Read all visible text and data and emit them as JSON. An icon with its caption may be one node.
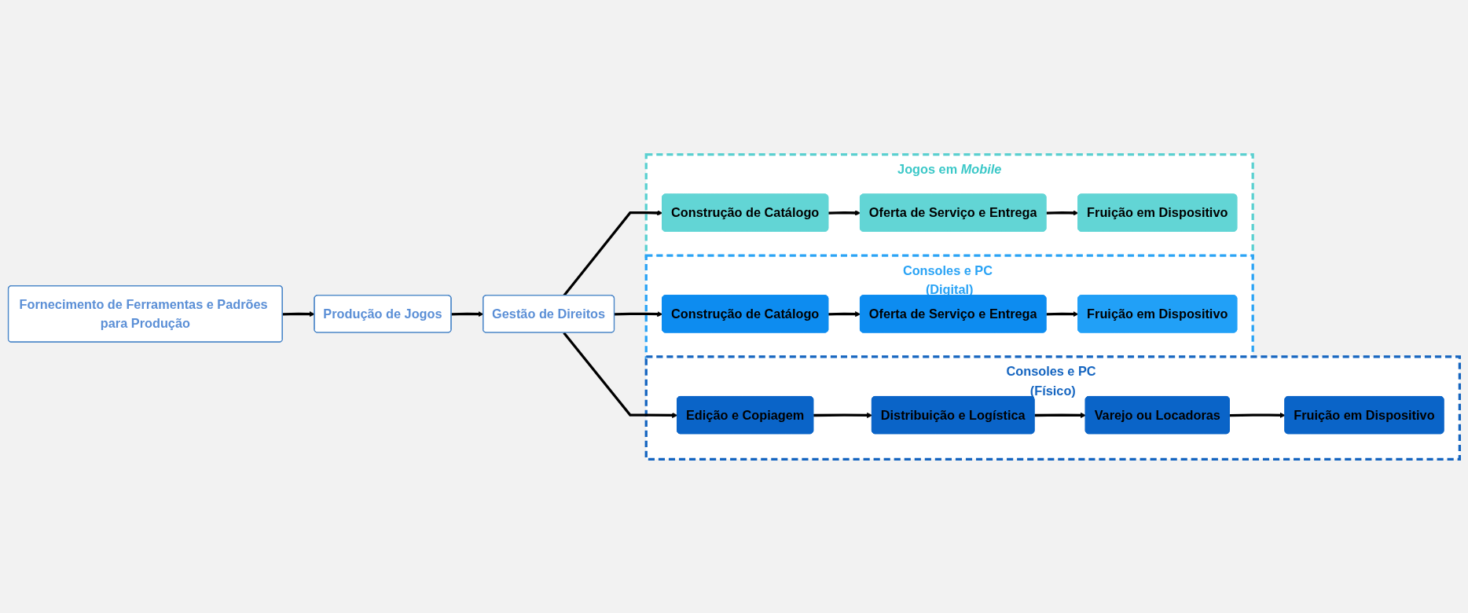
{
  "diagram": {
    "nodes": [
      {
        "text": [
          "Fornecimento de Ferramentas e Padrões para Produção"
        ]
      },
      {
        "text": [
          "Produção de Jogos"
        ]
      },
      {
        "text": [
          "Gestão de Direitos"
        ]
      },
      {
        "text": [
          "Consoles e PC (Físico)"
        ]
      },
      {
        "text": [
          "Edição e Copiagem"
        ],
        "in": 3
      },
      {
        "text": [
          "Distribuição e Logística"
        ],
        "in": 3
      },
      {
        "text": [
          "Varejo ou Locadoras"
        ],
        "in": 3
      },
      {
        "text": [
          "Fruição em Dispositivo"
        ],
        "in": 3
      },
      {
        "text": [
          "Consoles e PC (Digital)"
        ]
      },
      {
        "text": [
          "Construção de Catálogo"
        ],
        "in": 8
      },
      {
        "text": [
          "Oferta de Serviço e Entrega"
        ],
        "in": 8
      },
      {
        "text": [
          "Fruição em Dispositivo"
        ],
        "in": 8
      },
      {
        "text": [
          "Jogos em *Mobile*"
        ]
      },
      {
        "text": [
          "Construção de Catálogo"
        ],
        "in": 12
      },
      {
        "text": [
          "Oferta de Serviço e Entrega"
        ],
        "in": 12
      },
      {
        "text": [
          "Fruição em Dispositivo"
        ],
        "in": 12
      }
    ],
    "edges": [
      {
        "from": 0,
        "to": 1,
        "arrow": "to"
      },
      {
        "from": 1,
        "to": 2,
        "arrow": "to"
      },
      {
        "from": 2,
        "to": 4,
        "arrow": "to"
      },
      {
        "from": 2,
        "to": 9,
        "arrow": "to"
      },
      {
        "from": 2,
        "to": 13,
        "arrow": "to"
      },
      {
        "from": 4,
        "to": 5,
        "arrow": "to"
      },
      {
        "from": 5,
        "to": 6,
        "arrow": "to"
      },
      {
        "from": 6,
        "to": 7,
        "arrow": "to"
      },
      {
        "from": 9,
        "to": 10,
        "arrow": "to"
      },
      {
        "from": 10,
        "to": 11,
        "arrow": "to"
      },
      {
        "from": 13,
        "to": 14,
        "arrow": "to"
      },
      {
        "from": 14,
        "to": 15,
        "arrow": "to"
      }
    ]
  }
}
